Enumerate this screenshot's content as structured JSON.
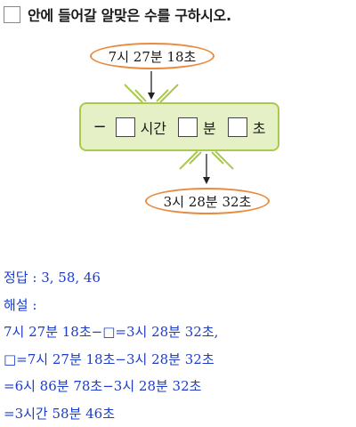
{
  "question": {
    "instruction": "안에 들어갈 알맞은 수를 구하시오."
  },
  "diagram": {
    "start_value": "7시 27분 18초",
    "operation": {
      "minus": "−",
      "unit_hours": "시간",
      "unit_minutes": "분",
      "unit_seconds": "초"
    },
    "result_value": "3시 28분 32초",
    "colors": {
      "oval_border": "#e98b3e",
      "box_fill": "#e6f0c7",
      "box_border": "#a9c94b",
      "rays": "#a9c94b"
    }
  },
  "solution": {
    "color": "#1d3cc8",
    "lines": [
      "정답 : 3, 58, 46",
      "해설 :",
      "7시 27분 18초−□=3시 28분 32초,",
      "□=7시 27분 18초−3시 28분 32초",
      "=6시 86분 78초−3시 28분 32초",
      "=3시간 58분 46초"
    ]
  }
}
